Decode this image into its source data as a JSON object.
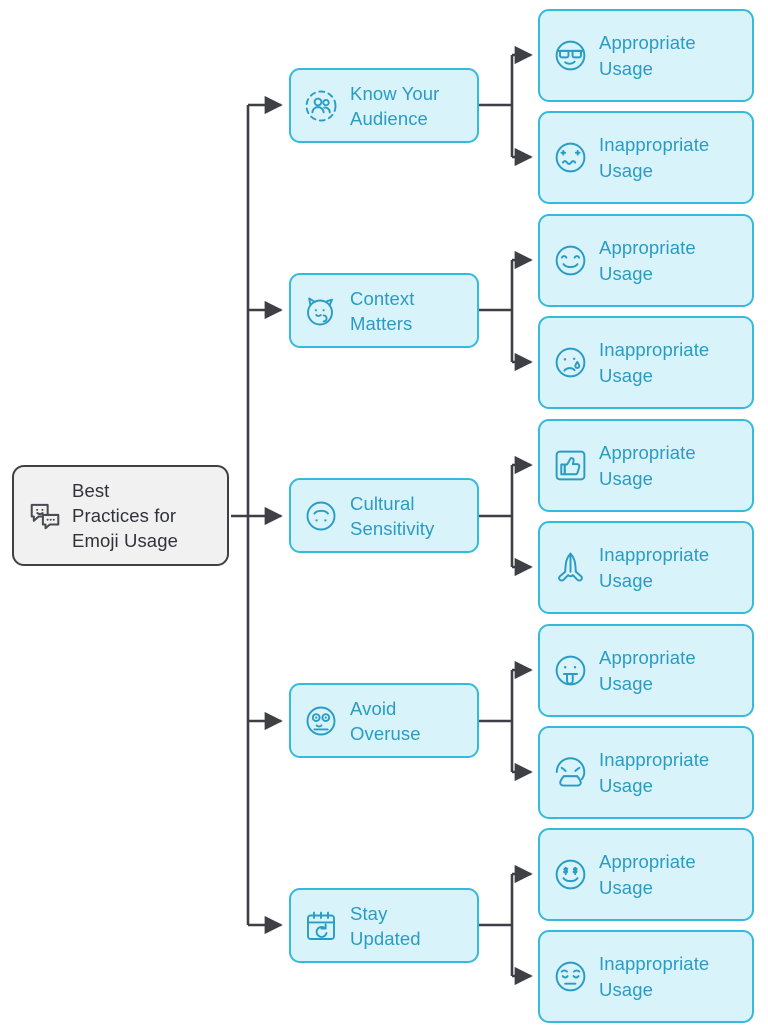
{
  "diagram": {
    "type": "mind-map",
    "title": "Best Practices for Emoji Usage",
    "background_color": "#ffffff",
    "orientation": "left-to-right",
    "colors": {
      "root_fill": "#f1f1f1",
      "root_border": "#3f3f46",
      "root_text": "#32323c",
      "node_fill": "#d9f3fb",
      "node_border": "#35b9dd",
      "node_text": "#2a9cc4",
      "connector": "#3f3f46"
    }
  },
  "root": {
    "label": "Best\nPractices for\nEmoji Usage",
    "icon": "speech-bubbles-emoji-icon"
  },
  "leaf_labels": {
    "appropriate": "Appropriate\nUsage",
    "inappropriate": "Inappropriate\nUsage"
  },
  "branches": [
    {
      "label": "Know Your\nAudience",
      "icon": "users-group-dashed-circle-icon",
      "children": [
        {
          "label": "Appropriate\nUsage",
          "icon": "sunglasses-face-icon"
        },
        {
          "label": "Inappropriate\nUsage",
          "icon": "dizzy-face-icon"
        }
      ]
    },
    {
      "label": "Context\nMatters",
      "icon": "cat-face-icon",
      "children": [
        {
          "label": "Appropriate\nUsage",
          "icon": "smiling-face-closed-eyes-icon"
        },
        {
          "label": "Inappropriate\nUsage",
          "icon": "crying-face-icon"
        }
      ]
    },
    {
      "label": "Cultural\nSensitivity",
      "icon": "upside-down-face-icon",
      "children": [
        {
          "label": "Appropriate\nUsage",
          "icon": "thumbs-up-square-icon"
        },
        {
          "label": "Inappropriate\nUsage",
          "icon": "folded-hands-icon"
        }
      ]
    },
    {
      "label": "Avoid\nOveruse",
      "icon": "wide-eyed-face-icon",
      "children": [
        {
          "label": "Appropriate\nUsage",
          "icon": "tongue-out-face-icon"
        },
        {
          "label": "Inappropriate\nUsage",
          "icon": "face-vomiting-icon"
        }
      ]
    },
    {
      "label": "Stay\nUpdated",
      "icon": "calendar-refresh-icon",
      "children": [
        {
          "label": "Appropriate\nUsage",
          "icon": "money-mouth-face-icon"
        },
        {
          "label": "Inappropriate\nUsage",
          "icon": "pensive-face-icon"
        }
      ]
    }
  ]
}
